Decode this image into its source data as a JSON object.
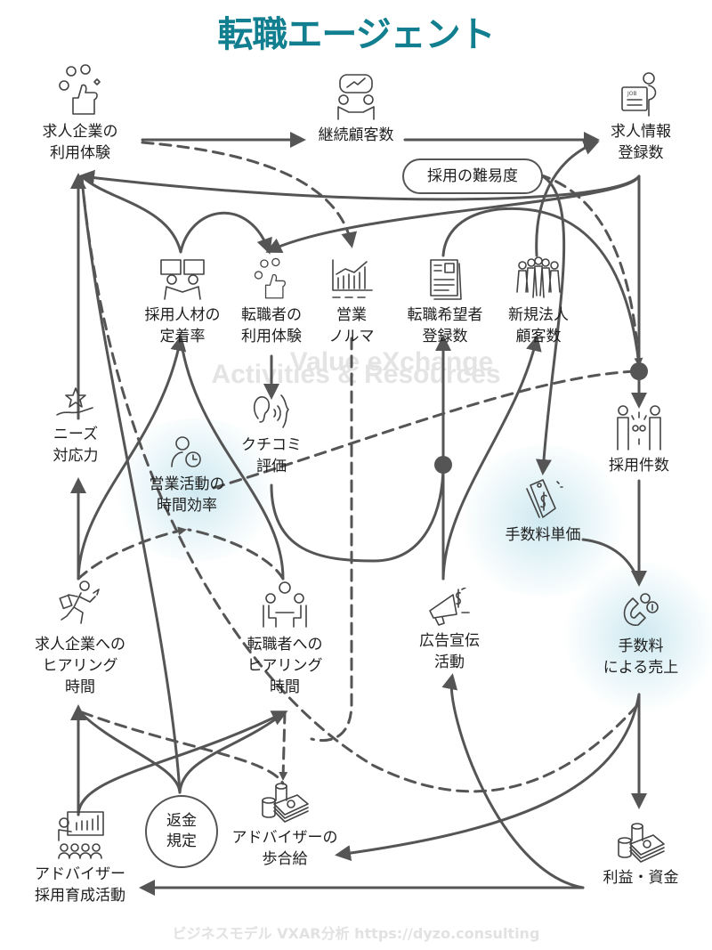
{
  "title": "転職エージェント",
  "watermark": {
    "line1": "Value eXchange",
    "line2": "Activities & Resources"
  },
  "footer": "ビジネスモデル VXAR分析 https://dyzo.consulting",
  "colors": {
    "title": "#117f8f",
    "line": "#555555",
    "highlight_glow": "#d7eef4"
  },
  "nodes": {
    "client_experience": {
      "label": "求人企業の\n利用体験",
      "icon": "thumbs-up-reactions-icon"
    },
    "repeat_customers": {
      "label": "継続顧客数",
      "icon": "meeting-chart-icon"
    },
    "job_listings": {
      "label": "求人情報\n登録数",
      "icon": "job-board-icon"
    },
    "hiring_difficulty": {
      "label": "採用の難易度"
    },
    "retention_rate": {
      "label": "採用人材の\n定着率",
      "icon": "puzzle-handshake-icon"
    },
    "seeker_experience": {
      "label": "転職者の\n利用体験",
      "icon": "thumbs-up-reactions-icon"
    },
    "sales_quota": {
      "label": "営業\nノルマ",
      "icon": "line-bar-chart-icon"
    },
    "seeker_registrations": {
      "label": "転職希望者\n登録数",
      "icon": "resume-icon"
    },
    "new_corporate_clients": {
      "label": "新規法人\n顧客数",
      "icon": "business-group-icon"
    },
    "needs_response": {
      "label": "ニーズ\n対応力",
      "icon": "hand-star-icon"
    },
    "sales_time_efficiency": {
      "label": "営業活動の\n時間効率",
      "icon": "person-clock-icon"
    },
    "word_of_mouth": {
      "label": "クチコミ\n評価",
      "icon": "ear-speech-icon"
    },
    "hires": {
      "label": "採用件数",
      "icon": "people-link-icon"
    },
    "fee_unit_price": {
      "label": "手数料単価",
      "icon": "price-tag-icon"
    },
    "fee_revenue": {
      "label": "手数料\nによる売上",
      "icon": "magnet-coins-icon"
    },
    "client_hearing_time": {
      "label": "求人企業への\nヒアリング\n時間",
      "icon": "running-businessman-icon"
    },
    "seeker_hearing_time": {
      "label": "転職者への\nヒアリング\n時間",
      "icon": "interview-table-icon"
    },
    "advertising": {
      "label": "広告宣伝\n活動",
      "icon": "megaphone-icon"
    },
    "refund_policy": {
      "label": "返金\n規定"
    },
    "advisor_commission": {
      "label": "アドバイザーの\n歩合給",
      "icon": "money-stack-icon"
    },
    "advisor_training": {
      "label": "アドバイザー\n採用育成活動",
      "icon": "presentation-icon"
    },
    "profit_funds": {
      "label": "利益・資金",
      "icon": "money-stack-icon"
    }
  }
}
